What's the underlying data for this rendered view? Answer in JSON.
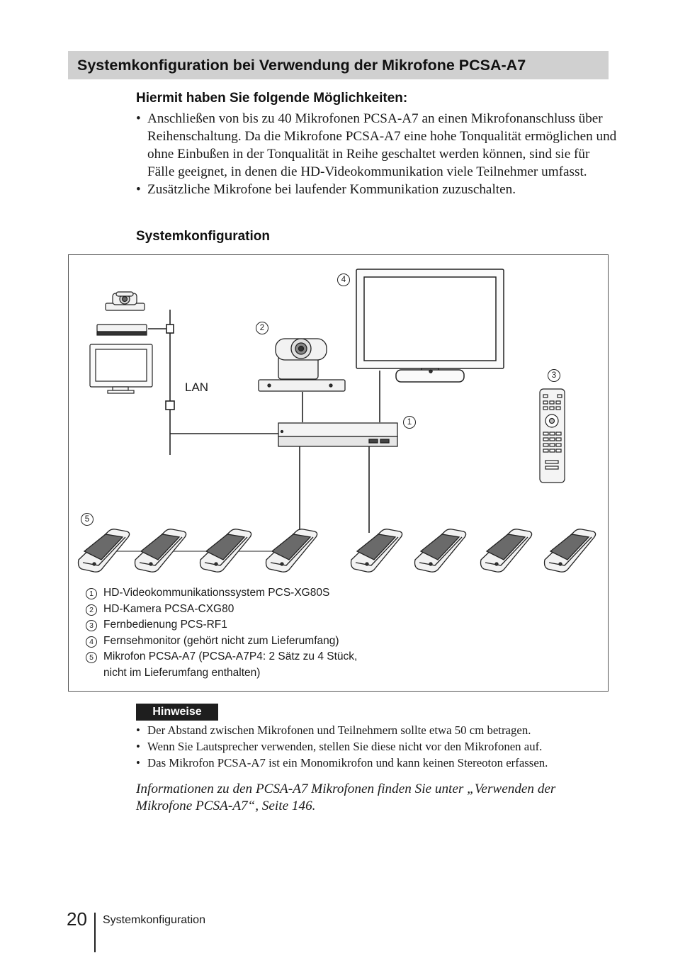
{
  "section_title": "Systemkonfiguration bei Verwendung der Mikrofone PCSA-A7",
  "options_heading": "Hiermit haben Sie folgende Möglichkeiten:",
  "options": [
    "Anschließen von bis zu 40 Mikrofonen PCSA-A7 an einen Mikrofonanschluss über Reihenschaltung. Da die Mikrofone PCSA-A7 eine hohe Tonqualität ermöglichen und ohne Einbußen in der Tonqualität in Reihe geschaltet werden können, sind sie für Fälle geeignet, in denen die HD-Videokommunikation viele Teilnehmer umfasst.",
    "Zusätzliche Mikrofone bei laufender Kommunikation zuzuschalten."
  ],
  "config_heading": "Systemkonfiguration",
  "diagram": {
    "lan_label": "LAN",
    "callouts": [
      "1",
      "2",
      "3",
      "4",
      "5"
    ],
    "legend": [
      {
        "num": "1",
        "text": "HD-Videokommunikationssystem PCS-XG80S"
      },
      {
        "num": "2",
        "text": "HD-Kamera PCSA-CXG80"
      },
      {
        "num": "3",
        "text": "Fernbedienung PCS-RF1"
      },
      {
        "num": "4",
        "text": "Fernsehmonitor (gehört nicht zum Lieferumfang)"
      },
      {
        "num": "5",
        "text": "Mikrofon PCSA-A7 (PCSA-A7P4: 2 Sätz zu 4 Stück,"
      },
      {
        "num": "",
        "text": "nicht im Lieferumfang enthalten)"
      }
    ]
  },
  "notes_badge": "Hinweise",
  "notes": [
    "Der Abstand zwischen Mikrofonen und Teilnehmern sollte etwa 50 cm betragen.",
    "Wenn Sie Lautsprecher verwenden, stellen Sie diese nicht vor den Mikrofonen auf.",
    "Das Mikrofon PCSA-A7 ist ein Monomikrofon und kann keinen Stereoton erfassen."
  ],
  "info_line1": "Informationen zu den PCSA-A7 Mikrofonen finden Sie unter „Verwenden der",
  "info_line2": "Mikrofone PCSA-A7“, Seite 146.",
  "footer": {
    "page_number": "20",
    "section": "Systemkonfiguration"
  }
}
